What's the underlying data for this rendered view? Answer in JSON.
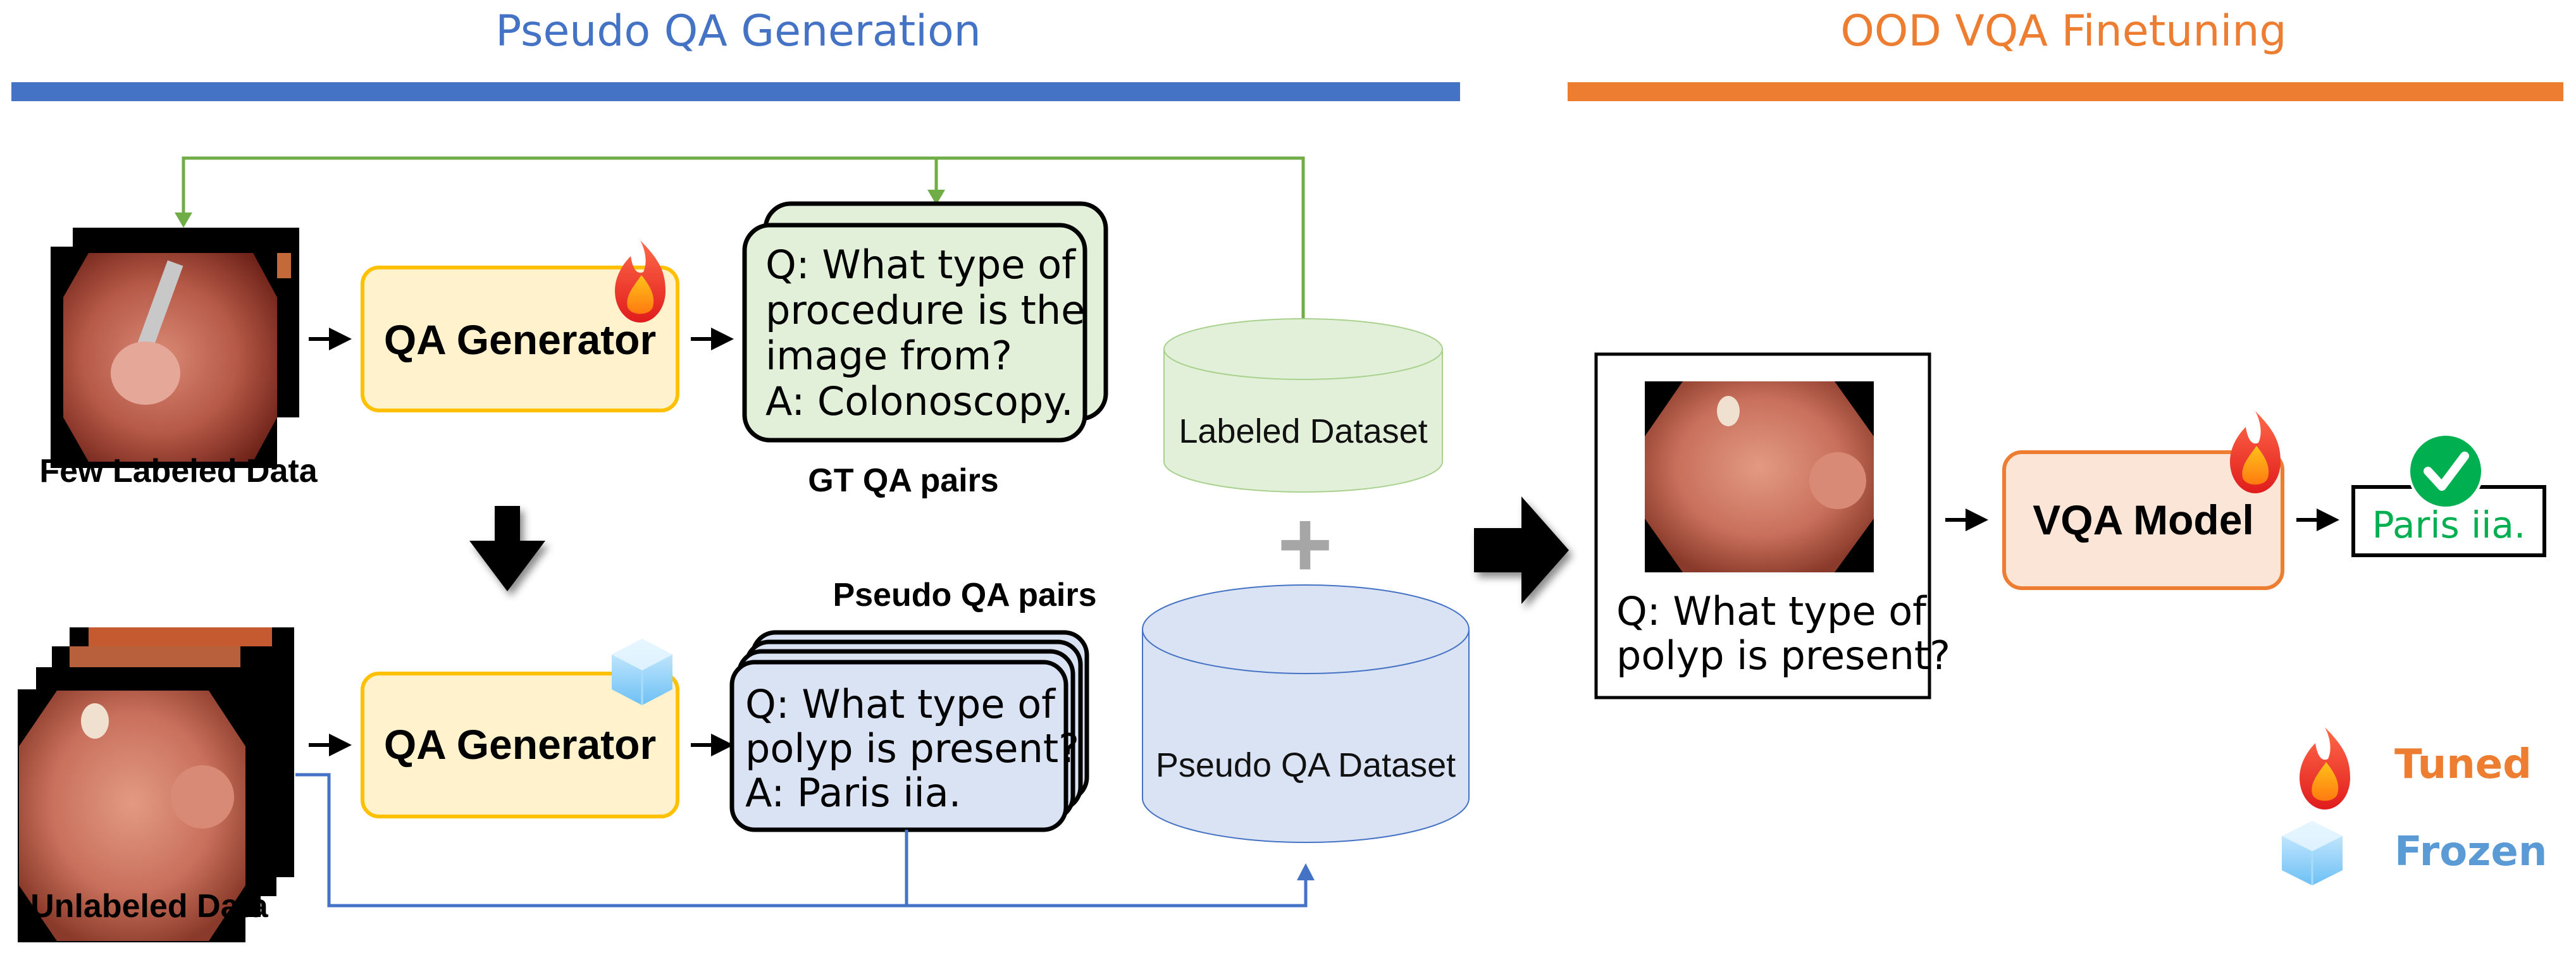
{
  "sections": {
    "left_title": "Pseudo QA Generation",
    "right_title": "OOD VQA Finetuning",
    "left_color": "#4472C4",
    "right_color": "#ED7D31"
  },
  "top_row": {
    "data_label": "Few Labeled Data",
    "generator_label": "QA Generator",
    "generator_state": "tuned",
    "qa_lines": [
      "Q: What type of",
      "procedure is the",
      "image from?",
      "A: Colonoscopy."
    ],
    "qa_caption": "GT QA pairs",
    "dataset_label": "Labeled Dataset"
  },
  "bottom_row": {
    "data_label": "Unlabeled Data",
    "generator_label": "QA Generator",
    "generator_state": "frozen",
    "qa_caption": "Pseudo QA pairs",
    "qa_lines": [
      "Q: What type of",
      "polyp is present?",
      "A: Paris iia."
    ],
    "dataset_label": "Pseudo QA Dataset"
  },
  "combine_symbol": "+",
  "finetune": {
    "question_lines": [
      "Q: What type of",
      "polyp is present?"
    ],
    "model_label": "VQA Model",
    "model_state": "tuned",
    "answer": "Paris iia.",
    "answer_status": "correct"
  },
  "legend": [
    {
      "icon": "fire-icon",
      "label": "Tuned",
      "color": "#ED7D31"
    },
    {
      "icon": "ice-cube-icon",
      "label": "Frozen",
      "color": "#5B9BD5"
    }
  ],
  "colors": {
    "generator_fill": "#FFF2CC",
    "generator_border": "#FFC000",
    "gt_fill": "#E2F0D9",
    "pseudo_fill": "#DAE3F3",
    "vqa_fill": "#FBE5D6",
    "vqa_border": "#ED7D31",
    "green_line": "#70AD47",
    "blue_line": "#4472C4",
    "answer_color": "#00B050"
  }
}
